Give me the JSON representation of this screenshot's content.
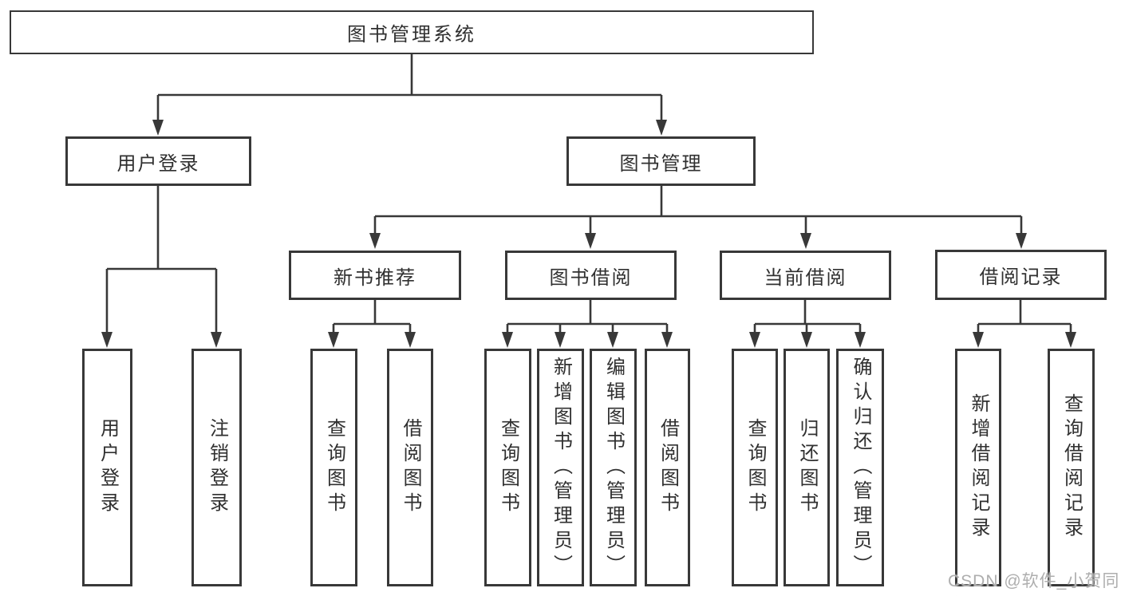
{
  "title": {
    "label": "图书管理系统"
  },
  "branches": [
    {
      "label": "用户登录",
      "children": [
        {
          "label": "用户登录"
        },
        {
          "label": "注销登录"
        }
      ]
    },
    {
      "label": "图书管理",
      "groups": [
        {
          "label": "新书推荐",
          "children": [
            {
              "label": "查询图书"
            },
            {
              "label": "借阅图书"
            }
          ]
        },
        {
          "label": "图书借阅",
          "children": [
            {
              "label": "查询图书"
            },
            {
              "label": "新增图书（管理员）"
            },
            {
              "label": "编辑图书（管理员）"
            },
            {
              "label": "借阅图书"
            }
          ]
        },
        {
          "label": "当前借阅",
          "children": [
            {
              "label": "查询图书"
            },
            {
              "label": "归还图书"
            },
            {
              "label": "确认归还（管理员）"
            }
          ]
        },
        {
          "label": "借阅记录",
          "children": [
            {
              "label": "新增借阅记录"
            },
            {
              "label": "查询借阅记录"
            }
          ]
        }
      ]
    }
  ],
  "watermark": {
    "text": "CSDN @软件_小贺同学"
  },
  "colors": {
    "line": "#383838",
    "text": "#303030",
    "background": "#ffffff",
    "watermark": "#aeaeae"
  }
}
